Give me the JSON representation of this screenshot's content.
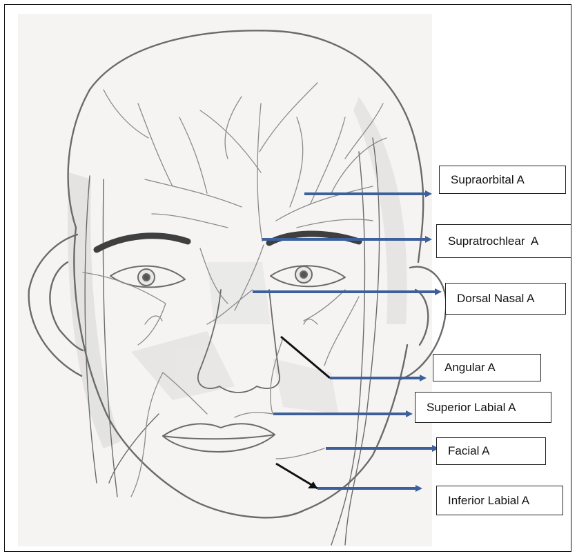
{
  "figure": {
    "labels": [
      {
        "id": "supraorbital",
        "text": "Supraorbital A"
      },
      {
        "id": "supratrochlear",
        "text": "Supratrochlear  A"
      },
      {
        "id": "dorsal-nasal",
        "text": "Dorsal Nasal A"
      },
      {
        "id": "angular",
        "text": "Angular A"
      },
      {
        "id": "superior-labial",
        "text": "Superior Labial A"
      },
      {
        "id": "facial",
        "text": "Facial A"
      },
      {
        "id": "inferior-labial",
        "text": "Inferior Labial A"
      }
    ],
    "arrow_color": "#3d5f9a",
    "pointer_color": "#111111"
  }
}
